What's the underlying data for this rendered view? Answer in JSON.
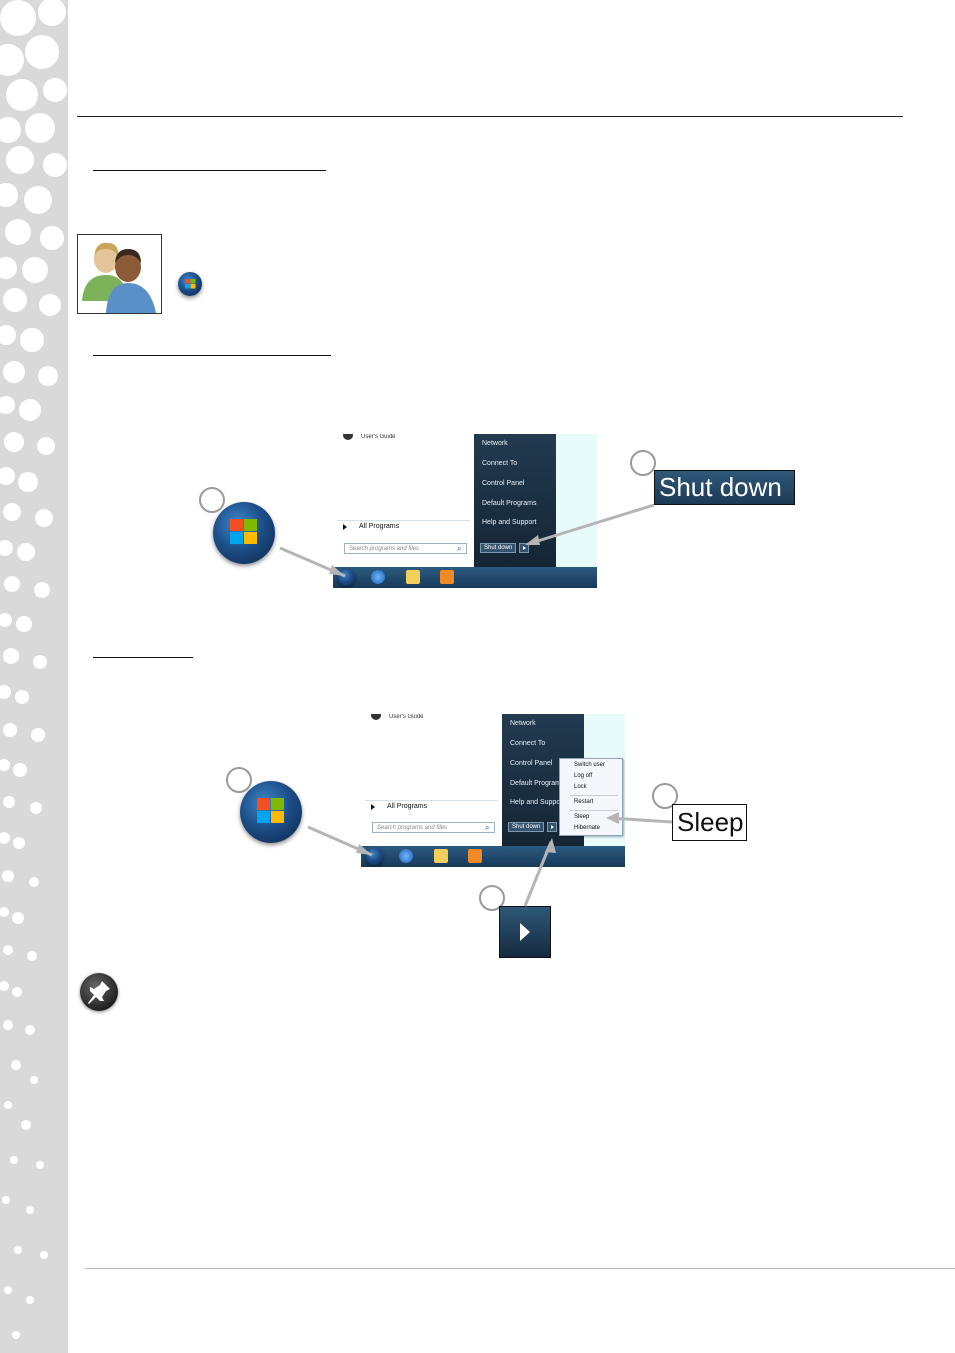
{
  "startmenu": {
    "users_guide": "User's Guide",
    "all_programs": "All Programs",
    "search_placeholder": "Search programs and files",
    "right_items": [
      "Network",
      "Connect To",
      "Control Panel",
      "Default Programs",
      "Help and Support"
    ],
    "right_items_2": [
      "Network",
      "Connect To",
      "Control Panel",
      "Default Program",
      "Help and Suppor"
    ],
    "shutdown_label": "Shut down"
  },
  "callouts": {
    "shutdown_zoom": "Shut down",
    "sleep_zoom": "Sleep"
  },
  "submenu": {
    "items": [
      "Switch user",
      "Log off",
      "Lock",
      "Restart",
      "Sleep",
      "Hibernate"
    ]
  },
  "icons": {
    "users": "users-icon",
    "start_orb": "windows-start-orb-icon",
    "note": "pushpin-note-icon"
  },
  "colors": {
    "sidebar_dots": "#d9d9d9",
    "taskbar": "#1f4a6e",
    "startmenu_right": "#1c3044"
  }
}
